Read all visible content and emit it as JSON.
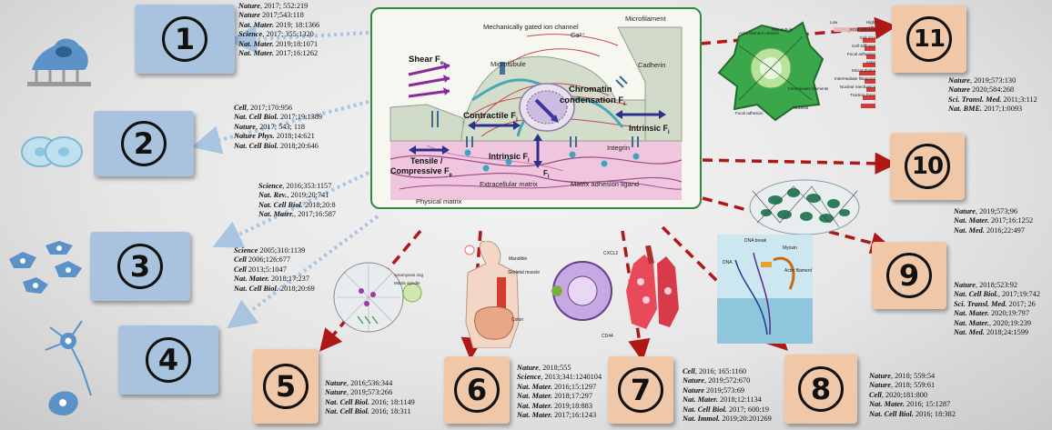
{
  "center": {
    "labels": {
      "ion_channel": "Mechanically gated ion channel",
      "ca": "Ca²⁺",
      "microfilament": "Microfilament",
      "shear": "Shear F",
      "shear_sub": "e",
      "microtubule": "Microtubule",
      "cadherin": "Cadherin",
      "chromatin": "Chromatin",
      "condensation": "condensation F",
      "condensation_sub": "i",
      "contractile": "Contractile F",
      "contractile_sub": "i",
      "intrinsic_r": "Intrinsic F",
      "intrinsic_r_sub": "i",
      "integrin": "Integrin",
      "tensile": "Tensile /",
      "compressive": "Compressive F",
      "compressive_sub": "e",
      "intrinsic_c": "Intrinsic F",
      "intrinsic_c_sub": "i",
      "fi": "F",
      "fi_sub": "i",
      "ecm": "Extracellular matrix",
      "ligand": "Matrix adhesion ligand",
      "physical_matrix": "Physical matrix"
    }
  },
  "panels": [
    {
      "num": "1",
      "refs": [
        {
          "j": "Nature",
          "r": ", 2017; 552:219"
        },
        {
          "j": "Nature",
          "r": " 2017;543:118"
        },
        {
          "j": "Nat. Mater.",
          "r": " 2019; 18:1366"
        },
        {
          "j": "Science",
          "r": ", 2017; 355:1320"
        },
        {
          "j": "Nat. Mater.",
          "r": " 2019;18:1071"
        },
        {
          "j": "Nat. Mater.",
          "r": " 2017;16:1262"
        }
      ]
    },
    {
      "num": "2",
      "refs": [
        {
          "j": "Cell",
          "r": ", 2017;170:956"
        },
        {
          "j": "Nat. Cell Biol.",
          "r": " 2017;19:1389"
        },
        {
          "j": "Nature",
          "r": ", 2017; 543; 118"
        },
        {
          "j": "Nature Phys.",
          "r": " 2018;14:621"
        },
        {
          "j": "Nat. Cell Biol.",
          "r": " 2018;20:646"
        }
      ]
    },
    {
      "num": "3",
      "refs": [
        {
          "j": "Science",
          "r": ", 2016;353:1157"
        },
        {
          "j": "Nat. Rev.",
          "r": ", 2019;20:741"
        },
        {
          "j": "Nat. Cell Biol.",
          "r": " 2018;20:8"
        },
        {
          "j": "Nat. Mater.",
          "r": ", 2017;16:587"
        }
      ]
    },
    {
      "num": "4",
      "refs": [
        {
          "j": "Science",
          "r": " 2005;310:1139"
        },
        {
          "j": "Cell",
          "r": " 2006;126:677"
        },
        {
          "j": "Cell",
          "r": " 2013;5:1047"
        },
        {
          "j": "Nat. Mater.",
          "r": " 2018;17:237"
        },
        {
          "j": "Nat. Cell Biol.",
          "r": " 2018;20:69"
        }
      ]
    },
    {
      "num": "5",
      "refs": [
        {
          "j": "Nature",
          "r": ", 2016;536:344"
        },
        {
          "j": "Nature",
          "r": ", 2019;573:266"
        },
        {
          "j": "Nat. Cell Biol.",
          "r": " 2016; 18:1149"
        },
        {
          "j": "Nat. Cell Biol.",
          "r": " 2016; 18:311"
        }
      ]
    },
    {
      "num": "6",
      "refs": [
        {
          "j": "Nature",
          "r": ", 2018;555"
        },
        {
          "j": "Science",
          "r": ", 2013;341:1240104"
        },
        {
          "j": "Nat. Mater.",
          "r": " 2016;15:1297"
        },
        {
          "j": "Nat. Mater.",
          "r": " 2018;17:297"
        },
        {
          "j": "Nat. Mater.",
          "r": " 2019;18:883"
        },
        {
          "j": "Nat. Mater.",
          "r": " 2017;16:1243"
        }
      ]
    },
    {
      "num": "7",
      "refs": [
        {
          "j": "Cell",
          "r": ", 2016; 165:1160"
        },
        {
          "j": "Nature",
          "r": ", 2019;572:670"
        },
        {
          "j": "Nature",
          "r": " 2019;573:69"
        },
        {
          "j": "Nat. Mater.",
          "r": " 2018;12:1134"
        },
        {
          "j": "Nat. Cell Biol.",
          "r": " 2017; 600:19"
        },
        {
          "j": "Nat. Immol.",
          "r": " 2019;20:201269"
        }
      ]
    },
    {
      "num": "8",
      "refs": [
        {
          "j": "Nature",
          "r": ", 2018; 559:54"
        },
        {
          "j": "Nature",
          "r": ", 2018; 559:61"
        },
        {
          "j": "Cell",
          "r": ", 2020;181:800"
        },
        {
          "j": "Nat. Mater.",
          "r": " 2016; 15:1287"
        },
        {
          "j": "Nat. Cell Biol.",
          "r": " 2016; 18:382"
        }
      ]
    },
    {
      "num": "9",
      "refs": [
        {
          "j": "Nature",
          "r": ", 2018;523:92"
        },
        {
          "j": "Nat. Cell Biol.",
          "r": ", 2017;19:742"
        },
        {
          "j": "Sci. Transl. Med.",
          "r": " 2017; 26"
        },
        {
          "j": "Nat. Mater.",
          "r": " 2020;19:797"
        },
        {
          "j": "Nat. Mater.",
          "r": ", 2020;19:239"
        },
        {
          "j": "Nat. Med.",
          "r": " 2018;24:1599"
        }
      ]
    },
    {
      "num": "10",
      "refs": [
        {
          "j": "Nature",
          "r": ", 2019;573;96"
        },
        {
          "j": "Nat. Mater.",
          "r": " 2017;16:1252"
        },
        {
          "j": "Nat. Med.",
          "r": " 2016;22:497"
        }
      ]
    },
    {
      "num": "11",
      "refs": [
        {
          "j": "Nature",
          "r": ", 2019;573:130"
        },
        {
          "j": "Nature",
          "r": " 2020;584:268"
        },
        {
          "j": "Sci. Transl. Med.",
          "r": " 2011;3:112"
        },
        {
          "j": "Nat. BME.",
          "r": " 2017;1:0093"
        }
      ]
    }
  ],
  "thumbs": {
    "t11_legend": [
      "ECM stiffness",
      "Cell size",
      "Cell stiffness",
      "Focal adhesion",
      "Actin",
      "Microtubules",
      "Intermediate filaments",
      "Nuclear mechanics",
      "Traction force"
    ],
    "t11_low": "Low",
    "t11_high": "High",
    "t11_labels": [
      "Actin filament network",
      "Microtubule",
      "Intermediate filaments",
      "Focal adhesion",
      "Nucleus"
    ],
    "t8_labels": [
      "DNA break",
      "DNA",
      "Myosin",
      "Actin filament"
    ],
    "t6_labels": [
      "Mandible",
      "Skeletal muscle",
      "Colon"
    ],
    "t7_labels": [
      "CXCL2",
      "CD44"
    ],
    "t5_labels": [
      "Actomyosin ring",
      "Mitotic spindle"
    ]
  },
  "colors": {
    "blue_box": "#a9c3de",
    "peach_box": "#f0c8a8",
    "dotted_arrow": "#a8c4e0",
    "dashed_arrow": "#b01818",
    "frame": "#2e8b3d"
  }
}
